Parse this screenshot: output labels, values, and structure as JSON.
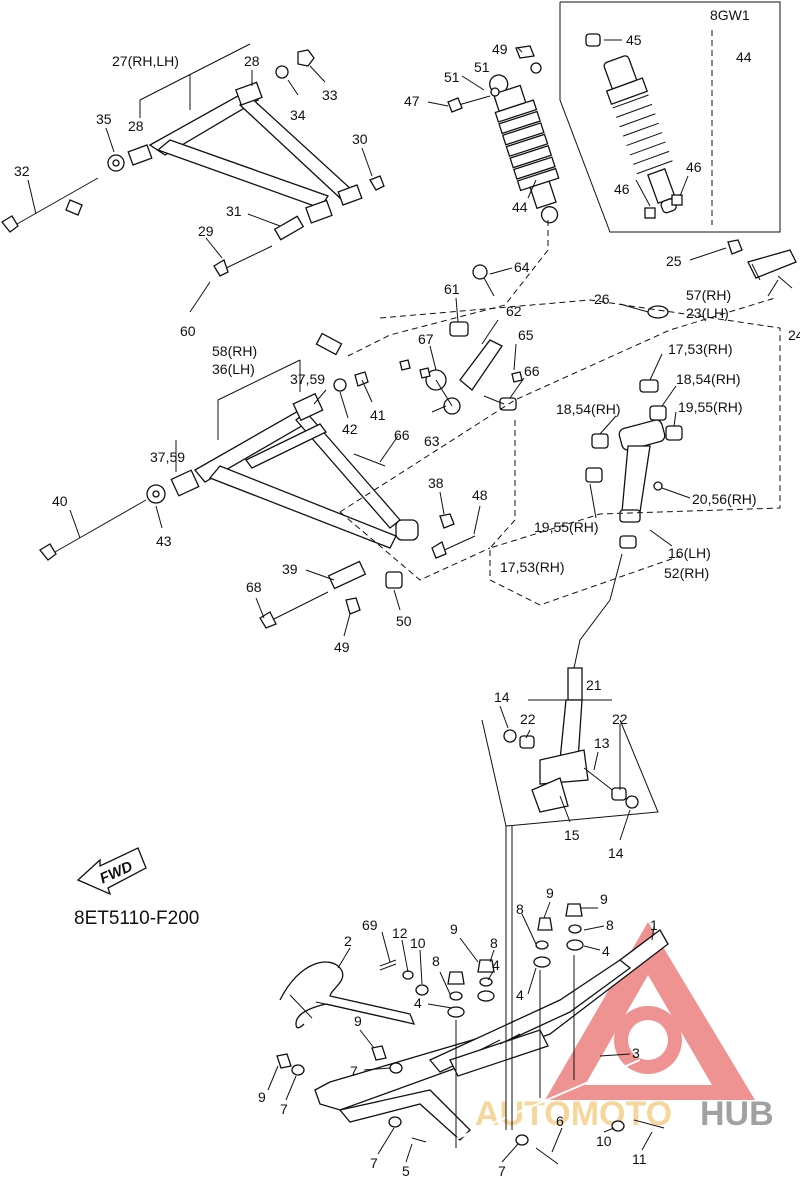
{
  "diagram": {
    "fwd_label": "FWD",
    "diagram_code": "8ET5110-F200",
    "inset_label": "8GW1",
    "watermark": {
      "text_a": "AUTOMOTO",
      "text_b": "HUB"
    },
    "callouts": [
      {
        "id": "c27",
        "text": "27(RH,LH)"
      },
      {
        "id": "c28a",
        "text": "28"
      },
      {
        "id": "c33",
        "text": "33"
      },
      {
        "id": "c34",
        "text": "34"
      },
      {
        "id": "c35",
        "text": "35"
      },
      {
        "id": "c28b",
        "text": "28"
      },
      {
        "id": "c30",
        "text": "30"
      },
      {
        "id": "c32",
        "text": "32"
      },
      {
        "id": "c31",
        "text": "31"
      },
      {
        "id": "c29",
        "text": "29"
      },
      {
        "id": "c60",
        "text": "60"
      },
      {
        "id": "c49a",
        "text": "49"
      },
      {
        "id": "c51a",
        "text": "51"
      },
      {
        "id": "c51b",
        "text": "51"
      },
      {
        "id": "c47",
        "text": "47"
      },
      {
        "id": "c44a",
        "text": "44"
      },
      {
        "id": "c45",
        "text": "45"
      },
      {
        "id": "c44b",
        "text": "44"
      },
      {
        "id": "c46a",
        "text": "46"
      },
      {
        "id": "c46b",
        "text": "46"
      },
      {
        "id": "c25",
        "text": "25"
      },
      {
        "id": "c57",
        "text": "57(RH)"
      },
      {
        "id": "c23",
        "text": "23(LH)"
      },
      {
        "id": "c24",
        "text": "24"
      },
      {
        "id": "c64",
        "text": "64"
      },
      {
        "id": "c61",
        "text": "61"
      },
      {
        "id": "c62",
        "text": "62"
      },
      {
        "id": "c65",
        "text": "65"
      },
      {
        "id": "c67",
        "text": "67"
      },
      {
        "id": "c66a",
        "text": "66"
      },
      {
        "id": "c66b",
        "text": "66"
      },
      {
        "id": "c26",
        "text": "26"
      },
      {
        "id": "c1753a",
        "text": "17,53(RH)"
      },
      {
        "id": "c1854a",
        "text": "18,54(RH)"
      },
      {
        "id": "c1854b",
        "text": "18,54(RH)"
      },
      {
        "id": "c1955a",
        "text": "19,55(RH)"
      },
      {
        "id": "c2056",
        "text": "20,56(RH)"
      },
      {
        "id": "c58",
        "text": "58(RH)"
      },
      {
        "id": "c36",
        "text": "36(LH)"
      },
      {
        "id": "c3759a",
        "text": "37,59"
      },
      {
        "id": "c42",
        "text": "42"
      },
      {
        "id": "c41",
        "text": "41"
      },
      {
        "id": "c63",
        "text": "63"
      },
      {
        "id": "c3759b",
        "text": "37,59"
      },
      {
        "id": "c38",
        "text": "38"
      },
      {
        "id": "c48",
        "text": "48"
      },
      {
        "id": "c40",
        "text": "40"
      },
      {
        "id": "c43",
        "text": "43"
      },
      {
        "id": "c1955b",
        "text": "19,55(RH)"
      },
      {
        "id": "c16",
        "text": "16(LH)"
      },
      {
        "id": "c52",
        "text": "52(RH)"
      },
      {
        "id": "c1753b",
        "text": "17,53(RH)"
      },
      {
        "id": "c39",
        "text": "39"
      },
      {
        "id": "c68",
        "text": "68"
      },
      {
        "id": "c50",
        "text": "50"
      },
      {
        "id": "c49b",
        "text": "49"
      },
      {
        "id": "c14a",
        "text": "14"
      },
      {
        "id": "c21",
        "text": "21"
      },
      {
        "id": "c22a",
        "text": "22"
      },
      {
        "id": "c22b",
        "text": "22"
      },
      {
        "id": "c13",
        "text": "13"
      },
      {
        "id": "c15",
        "text": "15"
      },
      {
        "id": "c14b",
        "text": "14"
      },
      {
        "id": "c9a",
        "text": "9"
      },
      {
        "id": "c9b",
        "text": "9"
      },
      {
        "id": "c8a",
        "text": "8"
      },
      {
        "id": "c8b",
        "text": "8"
      },
      {
        "id": "c1",
        "text": "1"
      },
      {
        "id": "c4a",
        "text": "4"
      },
      {
        "id": "c69",
        "text": "69"
      },
      {
        "id": "c12",
        "text": "12"
      },
      {
        "id": "c2",
        "text": "2"
      },
      {
        "id": "c10a",
        "text": "10"
      },
      {
        "id": "c9c",
        "text": "9"
      },
      {
        "id": "c8c",
        "text": "8"
      },
      {
        "id": "c8d",
        "text": "8"
      },
      {
        "id": "c4b",
        "text": "4"
      },
      {
        "id": "c4c",
        "text": "4"
      },
      {
        "id": "c4d",
        "text": "4"
      },
      {
        "id": "c9d",
        "text": "9"
      },
      {
        "id": "c7a",
        "text": "7"
      },
      {
        "id": "c3",
        "text": "3"
      },
      {
        "id": "c9e",
        "text": "9"
      },
      {
        "id": "c7b",
        "text": "7"
      },
      {
        "id": "c7c",
        "text": "7"
      },
      {
        "id": "c5",
        "text": "5"
      },
      {
        "id": "c7d",
        "text": "7"
      },
      {
        "id": "c6",
        "text": "6"
      },
      {
        "id": "c10b",
        "text": "10"
      },
      {
        "id": "c11",
        "text": "11"
      }
    ]
  }
}
